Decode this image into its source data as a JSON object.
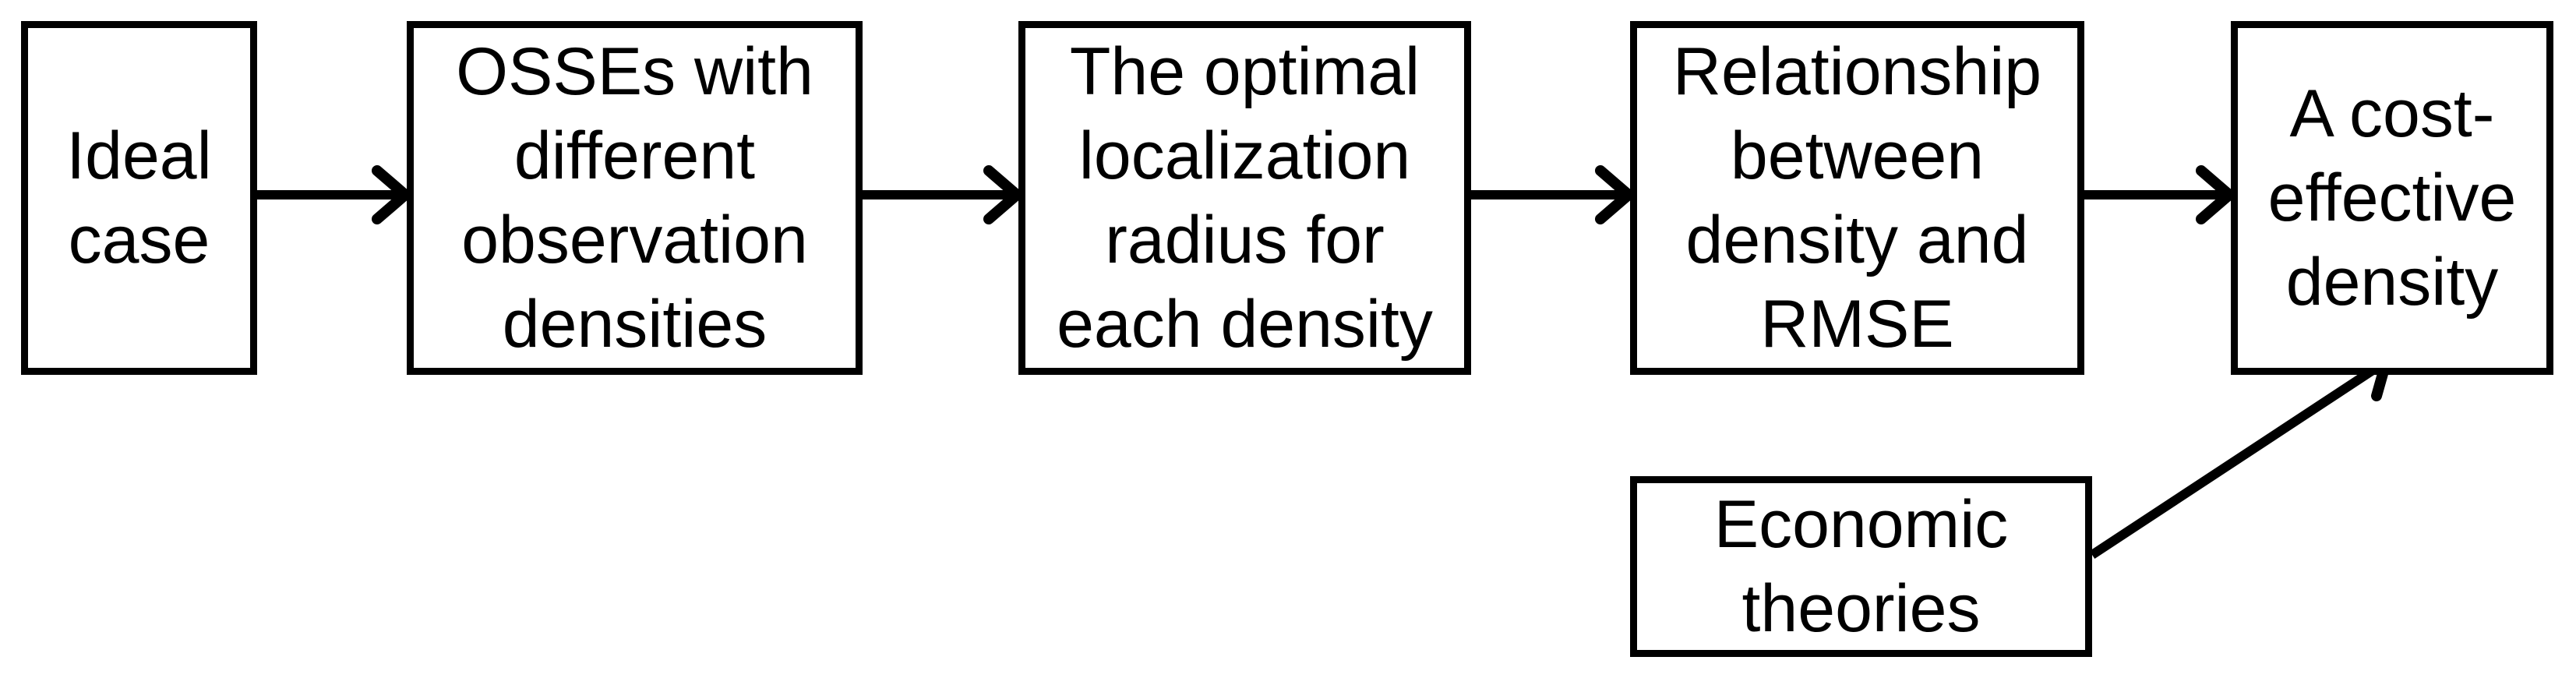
{
  "diagram": {
    "type": "flowchart",
    "background_color": "#ffffff",
    "ink_color": "#000000",
    "nodes": [
      {
        "id": "ideal-case",
        "label": "Ideal\ncase"
      },
      {
        "id": "osses",
        "label": "OSSEs with\ndifferent\nobservation\ndensities"
      },
      {
        "id": "optimal-radius",
        "label": "The optimal\nlocalization\nradius for\neach density"
      },
      {
        "id": "density-rmse",
        "label": "Relationship\nbetween\ndensity and\nRMSE"
      },
      {
        "id": "cost-effective",
        "label": "A cost-\neffective\ndensity"
      },
      {
        "id": "economic-theories",
        "label": "Economic\ntheories"
      }
    ],
    "edges": [
      {
        "from": "ideal-case",
        "to": "osses",
        "style": "open-arrow"
      },
      {
        "from": "osses",
        "to": "optimal-radius",
        "style": "open-arrow"
      },
      {
        "from": "optimal-radius",
        "to": "density-rmse",
        "style": "open-arrow"
      },
      {
        "from": "density-rmse",
        "to": "cost-effective",
        "style": "open-arrow"
      },
      {
        "from": "economic-theories",
        "to": "cost-effective",
        "style": "open-arrow"
      }
    ]
  }
}
